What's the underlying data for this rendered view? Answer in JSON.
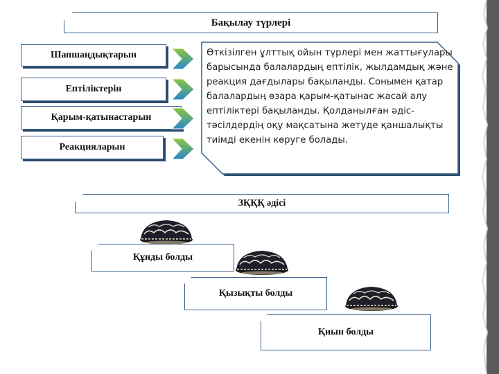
{
  "title": "Бақылау  түрлері",
  "observation_items": [
    {
      "label": "Шапшаңдықтарын"
    },
    {
      "label": "Ептіліктерін"
    },
    {
      "label": "Қарым-қатынастарын"
    },
    {
      "label": "Реакцияларын"
    }
  ],
  "description": "Өткізілген ұлттық ойын түрлері мен жаттығулары барысында балалардың ептілік, жылдамдық және реакция дағдылары бақыланды. Сонымен қатар балалардың өзара  қарым-қатынас жасай алу ептіліктері бақыланды. Қолданылған әдіс-тәсілдердің оқу мақсатына жетуде қаншалықты тиімді екенін көруге болады.",
  "method_title": "ЗҚҚҚ әдісі",
  "steps": [
    {
      "label": "Құнды болды"
    },
    {
      "label": "Қызықты болды"
    },
    {
      "label": "Қиын болды"
    }
  ],
  "colors": {
    "border": "#3a5f8a",
    "shadow": "#2c4a6e",
    "arrow_green": "#8cc63f",
    "arrow_blue": "#2b88c8"
  },
  "icons": {
    "arrow": "arrow-right-icon",
    "hat": "tubeteika-hat-icon"
  }
}
